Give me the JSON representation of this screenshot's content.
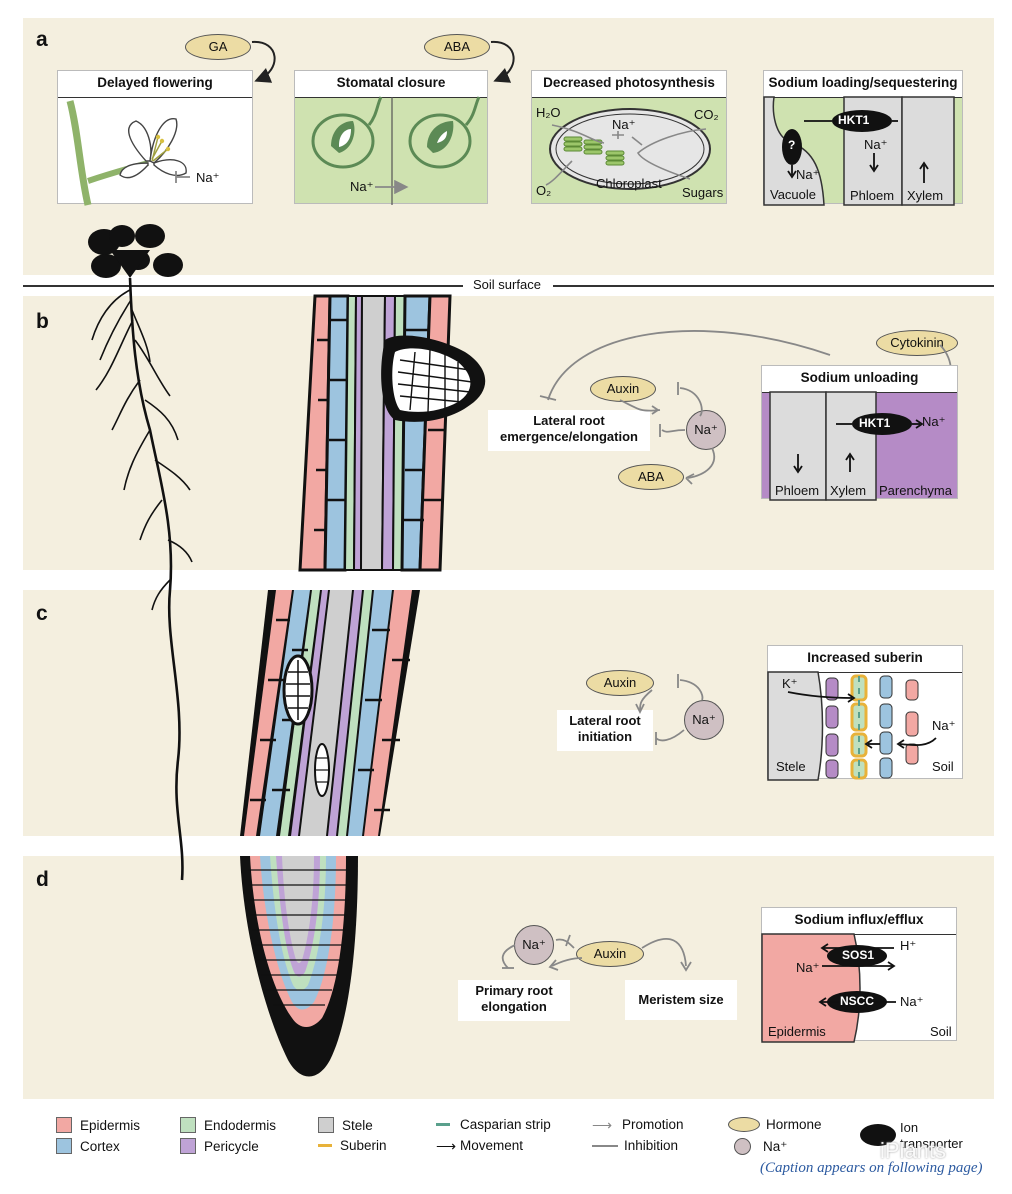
{
  "panels": {
    "a": {
      "label": "a",
      "hormone_ga": "GA",
      "hormone_aba": "ABA",
      "box1_title": "Delayed flowering",
      "box1_na": "Na⁺",
      "box2_title": "Stomatal closure",
      "box2_na": "Na⁺",
      "box3_title": "Decreased photosynthesis",
      "box3_h2o": "H₂O",
      "box3_co2": "CO₂",
      "box3_na": "Na⁺",
      "box3_o2": "O₂",
      "box3_chloroplast": "Chloroplast",
      "box3_sugars": "Sugars",
      "box4_title": "Sodium loading/sequestering",
      "box4_hkt1": "HKT1",
      "box4_q": "?",
      "box4_na_left": "Na⁺",
      "box4_na_mid": "Na⁺",
      "box4_vacuole": "Vacuole",
      "box4_phloem": "Phloem",
      "box4_xylem": "Xylem"
    },
    "soil_surface": "Soil surface",
    "b": {
      "label": "b",
      "auxin": "Auxin",
      "aba": "ABA",
      "na": "Na⁺",
      "cytokinin": "Cytokinin",
      "target": "Lateral root emergence/elongation",
      "target_line1": "Lateral root",
      "target_line2": "emergence/elongation",
      "box_title": "Sodium unloading",
      "hkt1": "HKT1",
      "box_na": "Na⁺",
      "phloem": "Phloem",
      "xylem": "Xylem",
      "parenchyma": "Parenchyma"
    },
    "c": {
      "label": "c",
      "auxin": "Auxin",
      "na": "Na⁺",
      "target_line1": "Lateral root",
      "target_line2": "initiation",
      "box_title": "Increased suberin",
      "k": "K⁺",
      "box_na": "Na⁺",
      "stele": "Stele",
      "soil": "Soil"
    },
    "d": {
      "label": "d",
      "na": "Na⁺",
      "auxin": "Auxin",
      "target1_line1": "Primary root",
      "target1_line2": "elongation",
      "target2": "Meristem size",
      "box_title": "Sodium influx/efflux",
      "sos1": "SOS1",
      "nscc": "NSCC",
      "h": "H⁺",
      "na_left": "Na⁺",
      "na_right": "Na⁺",
      "epidermis": "Epidermis",
      "soil": "Soil"
    }
  },
  "legend": {
    "epidermis": "Epidermis",
    "cortex": "Cortex",
    "endodermis": "Endodermis",
    "pericycle": "Pericycle",
    "stele": "Stele",
    "suberin": "Suberin",
    "casparian": "Casparian strip",
    "movement": "Movement",
    "promotion": "Promotion",
    "inhibition": "Inhibition",
    "hormone": "Hormone",
    "na": "Na⁺",
    "ion_transporter": "Ion transporter"
  },
  "watermark": "iPlants",
  "caption_note": "(Caption appears on following page)",
  "colors": {
    "panel_bg": "#f4efdf",
    "epidermis": "#f2a8a3",
    "cortex": "#9dc4df",
    "endodermis": "#bfe0bf",
    "pericycle": "#bfa3d6",
    "stele": "#cfcfcf",
    "suberin": "#e8b23a",
    "casparian": "#5aa08c",
    "green_cell": "#cfe2b0",
    "purple_cell": "#b58bc6",
    "hormone": "#ecdca4",
    "ion": "#cfc0c3",
    "caption_blue": "#2c5aa0"
  }
}
